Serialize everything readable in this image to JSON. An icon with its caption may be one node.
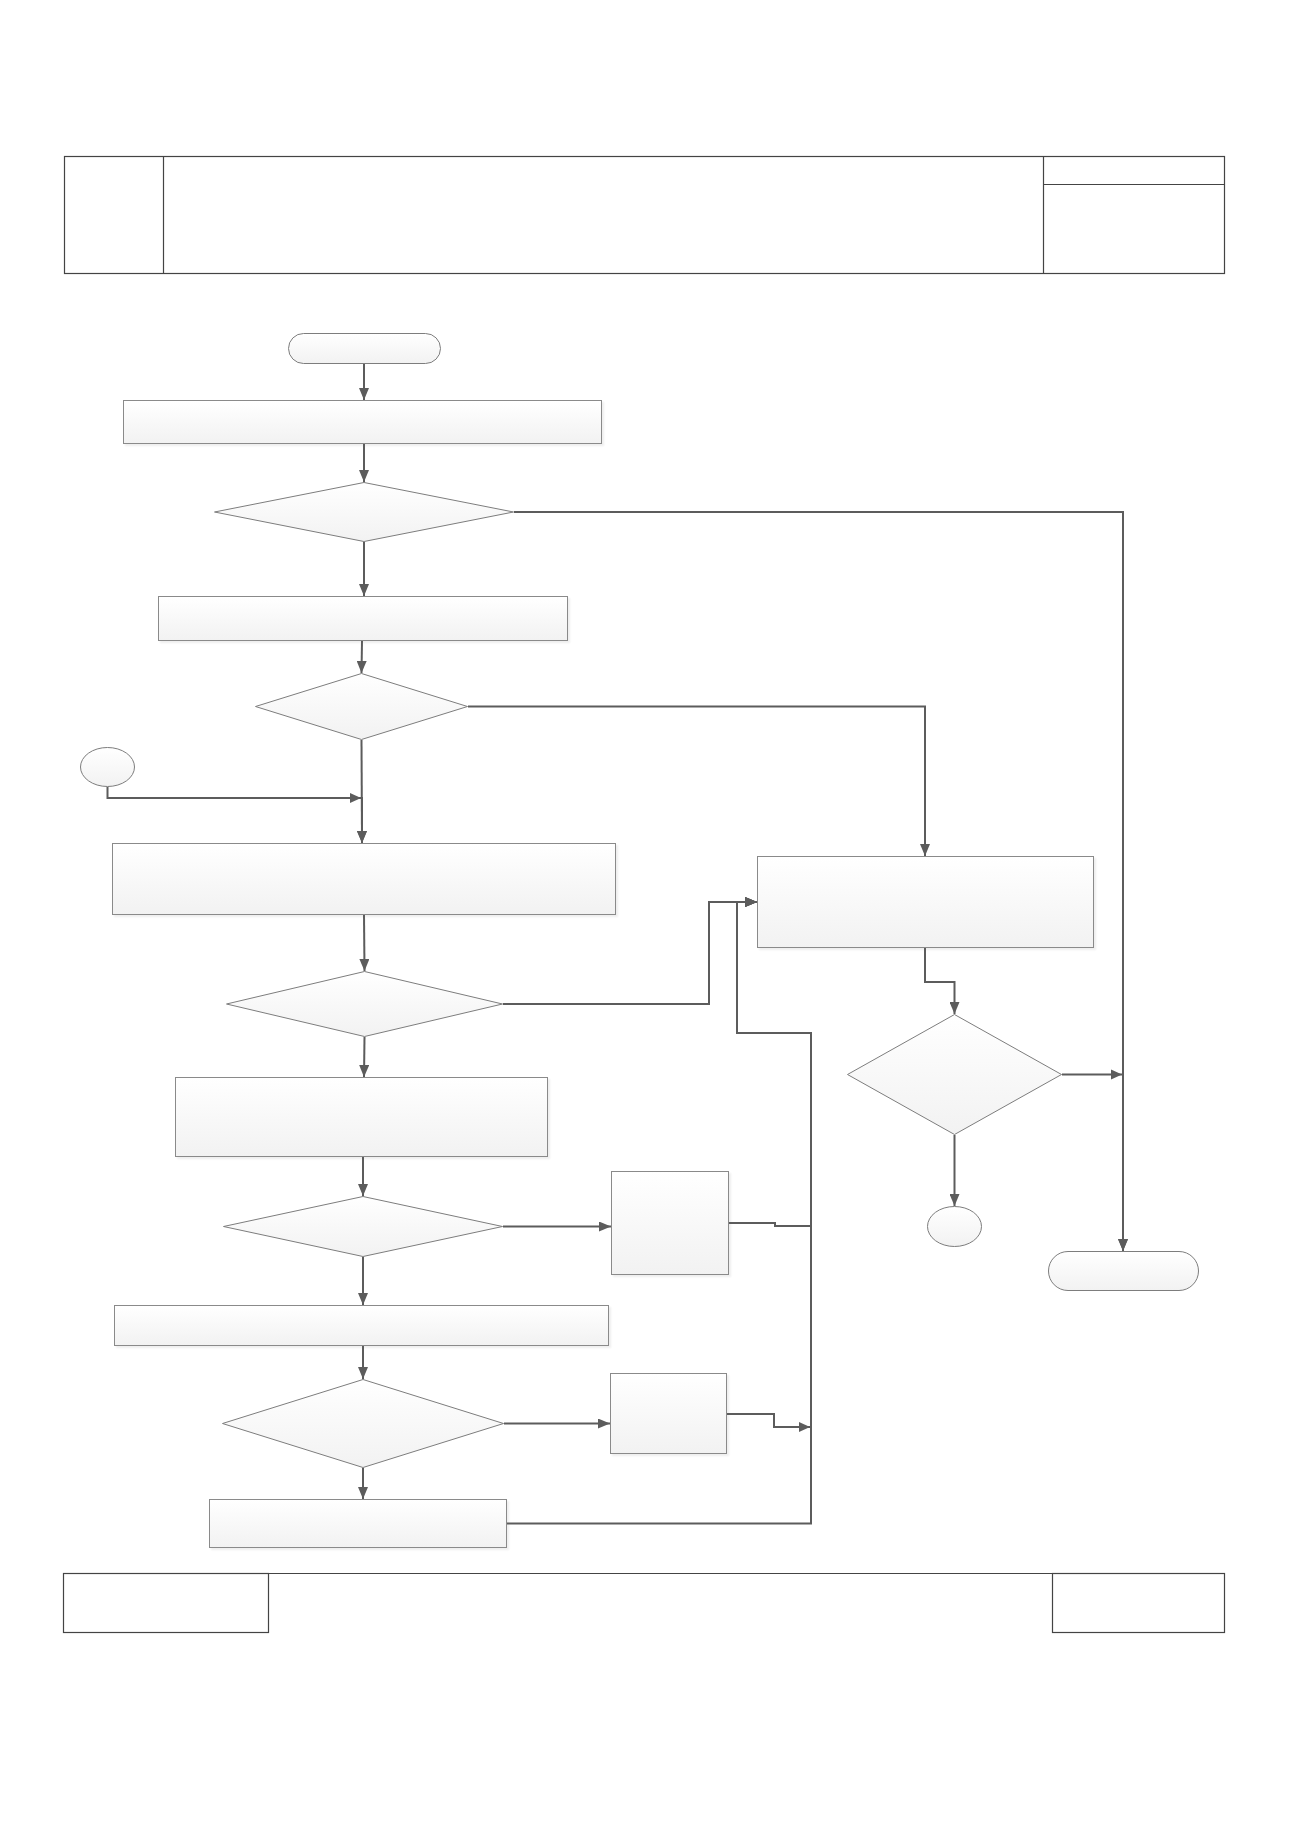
{
  "diagram": {
    "nodes": [
      {
        "text": [],
        "shape": "pill"
      },
      {
        "text": [],
        "shape": "box"
      },
      {
        "text": [],
        "shape": "diamond"
      },
      {
        "text": [],
        "shape": "box"
      },
      {
        "text": [],
        "shape": "diamond"
      },
      {
        "text": [],
        "shape": "circle"
      },
      {
        "text": [],
        "shape": "box"
      },
      {
        "text": [],
        "shape": "box"
      },
      {
        "text": [],
        "shape": "diamond"
      },
      {
        "text": [],
        "shape": "diamond"
      },
      {
        "text": [],
        "shape": "box"
      },
      {
        "text": [],
        "shape": "diamond"
      },
      {
        "text": [],
        "shape": "box"
      },
      {
        "text": [],
        "shape": "circle"
      },
      {
        "text": [],
        "shape": "pill"
      },
      {
        "text": [],
        "shape": "box"
      },
      {
        "text": [],
        "shape": "diamond"
      },
      {
        "text": [],
        "shape": "box"
      },
      {
        "text": [],
        "shape": "box"
      }
    ],
    "edges": [
      {
        "from": 0,
        "to": 1,
        "arrow": "to"
      },
      {
        "from": 1,
        "to": 2,
        "arrow": "to"
      },
      {
        "from": 2,
        "to": 3,
        "arrow": "to"
      },
      {
        "from": 2,
        "to": 14,
        "arrow": "to"
      },
      {
        "from": 3,
        "to": 4,
        "arrow": "to"
      },
      {
        "from": 4,
        "to": 6,
        "arrow": "to"
      },
      {
        "from": 4,
        "to": 7,
        "arrow": "to"
      },
      {
        "from": 5,
        "to": 6,
        "arrow": "to"
      },
      {
        "from": 6,
        "to": 8,
        "arrow": "to"
      },
      {
        "from": 8,
        "to": 10,
        "arrow": "to"
      },
      {
        "from": 8,
        "to": 7,
        "arrow": "to"
      },
      {
        "from": 7,
        "to": 9,
        "arrow": "to"
      },
      {
        "from": 9,
        "to": 14,
        "arrow": "to"
      },
      {
        "from": 9,
        "to": 13,
        "arrow": "to"
      },
      {
        "from": 10,
        "to": 11,
        "arrow": "to"
      },
      {
        "from": 11,
        "to": 12,
        "arrow": "to"
      },
      {
        "from": 11,
        "to": 15,
        "arrow": "to"
      },
      {
        "from": 12,
        "to": 7,
        "arrow": "to"
      },
      {
        "from": 15,
        "to": 16,
        "arrow": "to"
      },
      {
        "from": 16,
        "to": 17,
        "arrow": "to"
      },
      {
        "from": 16,
        "to": 18,
        "arrow": "to"
      },
      {
        "from": 17,
        "to": 7,
        "arrow": "to"
      },
      {
        "from": 18,
        "to": 7,
        "arrow": "to"
      }
    ]
  }
}
